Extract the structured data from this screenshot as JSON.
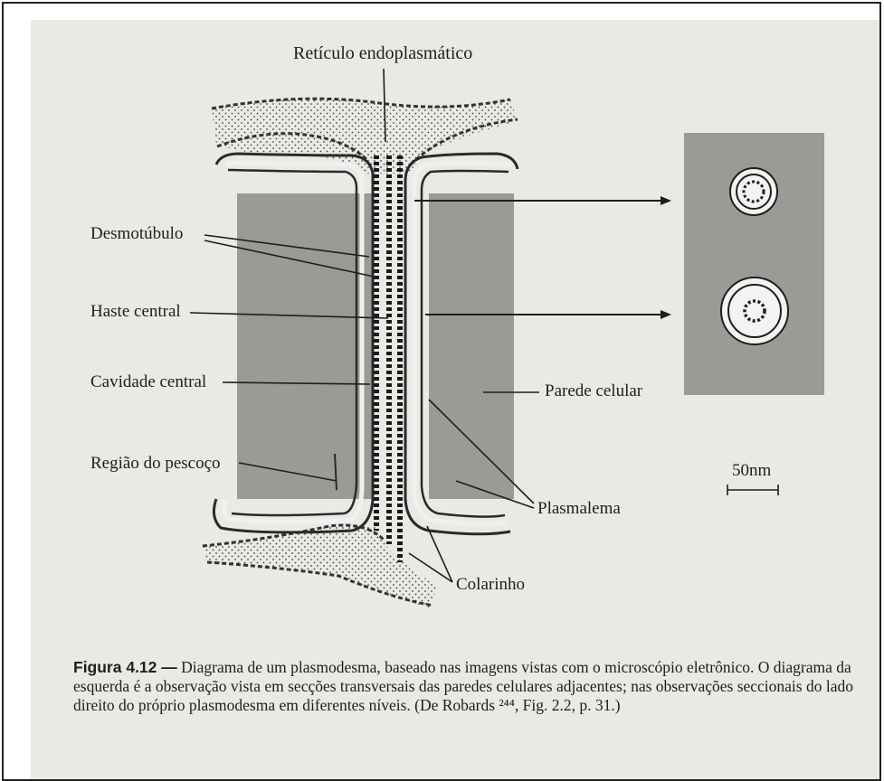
{
  "labels": {
    "reticulo": "Retículo endoplasmático",
    "desmotubulo": "Desmotúbulo",
    "haste": "Haste central",
    "cavidade": "Cavidade central",
    "regiao": "Região do pescoço",
    "parede": "Parede celular",
    "plasmalema": "Plasmalema",
    "colarinho": "Colarinho",
    "escala": "50nm"
  },
  "caption": {
    "figure": "Figura 4.12 —",
    "text": "Diagrama de um plasmodesma, baseado nas imagens vistas com o microscópio eletrônico. O diagrama da esquerda é a observação vista em secções transversais das paredes celulares adjacentes; nas observações seccionais do lado direito do próprio plasmodesma em diferentes níveis. (De Robards ²⁴⁴, Fig. 2.2, p. 31.)"
  },
  "colors": {
    "wall_gray": "#9a9a97",
    "paper": "#e9e9e6",
    "ink": "#1e1e1e"
  }
}
